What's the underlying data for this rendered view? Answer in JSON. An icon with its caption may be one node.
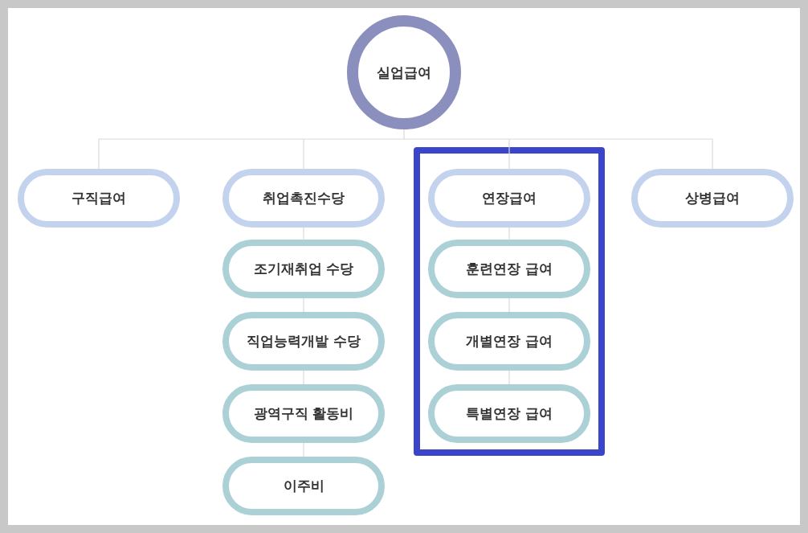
{
  "diagram": {
    "nodes": [
      {
        "text": [
          "실업급여"
        ]
      },
      {
        "text": [
          "구직급여"
        ]
      },
      {
        "text": [
          "취업촉진수당"
        ]
      },
      {
        "text": [
          "조기재취업 수당"
        ]
      },
      {
        "text": [
          "직업능력개발 수당"
        ]
      },
      {
        "text": [
          "광역구직 활동비"
        ]
      },
      {
        "text": [
          "이주비"
        ]
      },
      {
        "text": [],
        "shape": "box"
      },
      {
        "text": [
          "연장급여"
        ],
        "in": 7
      },
      {
        "text": [
          "훈련연장 급여"
        ],
        "in": 7
      },
      {
        "text": [
          "개별연장 급여"
        ],
        "in": 7
      },
      {
        "text": [
          "특별연장 급여"
        ],
        "in": 7
      },
      {
        "text": [
          "상병급여"
        ]
      }
    ],
    "edges": [
      {
        "from": 0,
        "to": 1,
        "arrow": "none"
      },
      {
        "from": 0,
        "to": 2,
        "arrow": "none"
      },
      {
        "from": 0,
        "to": 8,
        "arrow": "none"
      },
      {
        "from": 0,
        "to": 12,
        "arrow": "none"
      },
      {
        "from": 2,
        "to": 3,
        "arrow": "none"
      },
      {
        "from": 3,
        "to": 4,
        "arrow": "none"
      },
      {
        "from": 4,
        "to": 5,
        "arrow": "none"
      },
      {
        "from": 5,
        "to": 6,
        "arrow": "none"
      },
      {
        "from": 8,
        "to": 9,
        "arrow": "none"
      },
      {
        "from": 9,
        "to": 10,
        "arrow": "none"
      },
      {
        "from": 10,
        "to": 11,
        "arrow": "none"
      }
    ]
  }
}
